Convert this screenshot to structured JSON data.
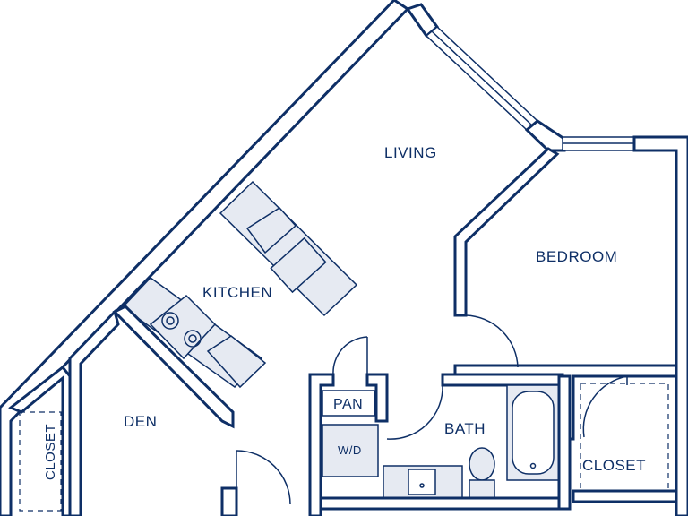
{
  "rooms": {
    "living": "LIVING",
    "kitchen": "KITCHEN",
    "bedroom": "BEDROOM",
    "den": "DEN",
    "bath": "BATH",
    "closet_left": "CLOSET",
    "closet_right": "CLOSET",
    "pantry": "PAN",
    "washer_dryer": "W/D"
  },
  "colors": {
    "wall": "#0e2f66",
    "fixture_fill": "#e6eaf2",
    "background": "#ffffff"
  }
}
